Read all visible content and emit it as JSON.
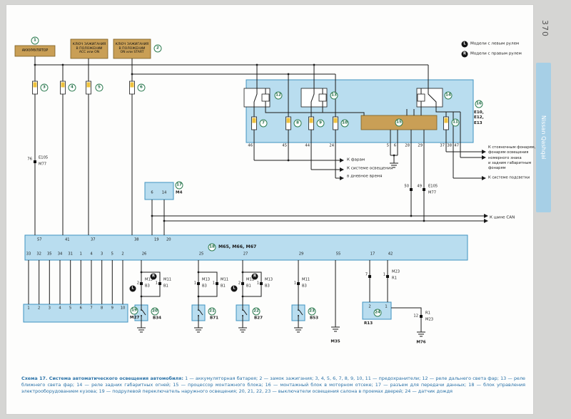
{
  "page": {
    "number": "370",
    "brand": "Nissan Qashqai"
  },
  "legend": {
    "l_symbol": "L",
    "l_label": "Модели с левым рулем",
    "r_symbol": "R",
    "r_label": "Модели с правым рулем"
  },
  "battery": {
    "num": "1",
    "label": "АККУМУЛЯТОР"
  },
  "ignition": {
    "acc_label": "КЛЮЧ ЗАЖИГАНИЯ\nВ ПОЛОЖЕНИИ\nACC или ON",
    "num": "2",
    "start_label": "КЛЮЧ ЗАЖИГАНИЯ\nВ ПОЛОЖЕНИИ\nON или START"
  },
  "fuses": {
    "f3": "3",
    "f4": "4",
    "f5": "5",
    "f6": "6",
    "f7": "7",
    "f8": "8",
    "f9": "9",
    "f10": "10",
    "f11": "11"
  },
  "relays": {
    "r12": "12",
    "r13": "13",
    "r14": "14"
  },
  "engine_box": {
    "num": "16",
    "codes": "E10,\nE12,\nE13",
    "processor_num": "15",
    "pins": [
      "46",
      "45",
      "44",
      "24",
      "5",
      "6",
      "28",
      "29",
      "37",
      "38",
      "47"
    ]
  },
  "connectors": {
    "left": {
      "pin": "76",
      "a": "E105",
      "b": "M77"
    },
    "right": {
      "pin_a": "50",
      "pin_b": "49",
      "a": "E105",
      "b": "M77"
    }
  },
  "annotations": {
    "to_headlamps": "К фарам",
    "to_drl_line1": "К системе освещения",
    "to_drl_line2": "в дневное время",
    "to_parking": "К стояночным фонарям,\nфонарям освещения\nномерного знака\nи задним габаритным\nфонарям",
    "to_illumination": "К системе подсветки",
    "to_can": "К шине CAN"
  },
  "m4": {
    "num": "17",
    "label": "M4",
    "pin_a": "6",
    "pin_b": "14"
  },
  "bcm": {
    "num": "18",
    "label": "M65, M66, M67",
    "top_pins": [
      "57",
      "41",
      "37",
      "38",
      "19",
      "20"
    ],
    "bottom_left_pins": [
      "33",
      "32",
      "35",
      "34",
      "31",
      "1",
      "4",
      "3",
      "5",
      "2"
    ],
    "bottom_pins": [
      "26",
      "25",
      "27",
      "29",
      "55",
      "17",
      "42"
    ]
  },
  "m27": {
    "num": "19",
    "label": "M27",
    "pins": [
      "1",
      "2",
      "3",
      "4",
      "5",
      "6",
      "7",
      "8",
      "9",
      "10"
    ]
  },
  "door_switches": [
    {
      "c1_pin": "2",
      "c1_top": "M13",
      "c1_bot": "B3",
      "c2_pin": "1",
      "c2_top": "M11",
      "c2_bot": "B1",
      "lhd": "L",
      "rhd": "R",
      "num": "20",
      "label": "B34"
    },
    {
      "c1_pin": "1",
      "c1_top": "M13",
      "c1_bot": "B3",
      "c2_pin": "1",
      "c2_top": "M11",
      "c2_bot": "B1",
      "num": "21",
      "label": "B71"
    },
    {
      "c1_pin": "2",
      "c1_top": "M11",
      "c1_bot": "B1",
      "c2_pin": "1",
      "c2_top": "M13",
      "c2_bot": "B3",
      "lhd": "L",
      "rhd": "R",
      "num": "22",
      "label": "B27"
    },
    {
      "c1_pin": "1",
      "c1_top": "M11",
      "c1_bot": "B3",
      "num": "23",
      "label": "B53"
    }
  ],
  "m35": {
    "label": "M35"
  },
  "rain_sensor": {
    "pin_a": "7",
    "pin_b": "1",
    "conn_top": "M23",
    "conn_bot": "R1",
    "num": "24",
    "box_pin_a": "2",
    "box_pin_b": "1",
    "label": "R13",
    "gnd_pin": "12",
    "gnd_conn_top": "R1",
    "gnd_conn_bot": "M23",
    "gnd_label": "M76"
  },
  "caption": {
    "lead": "Схема 17. Система автоматического освещения автомобиля:",
    "body": " 1 — аккумуляторная батарея; 2 — замок зажигания; 3, 4, 5, 6, 7, 8, 9, 10, 11 — предохранители; 12 — реле дальнего света фар; 13 — реле ближнего света фар; 14 — реле задних габаритных огней; 15 — процессор монтажного блока; 16 — монтажный блок в моторном отсеке; 17 — разъем для передачи данных; 18 — блок управления электрооборудованием кузова; 19 — подрулевой переключатель наружного освещения; 20, 21, 22, 23 — выключатели освещения салона в проемах дверей; 24 — датчик дождя"
  }
}
